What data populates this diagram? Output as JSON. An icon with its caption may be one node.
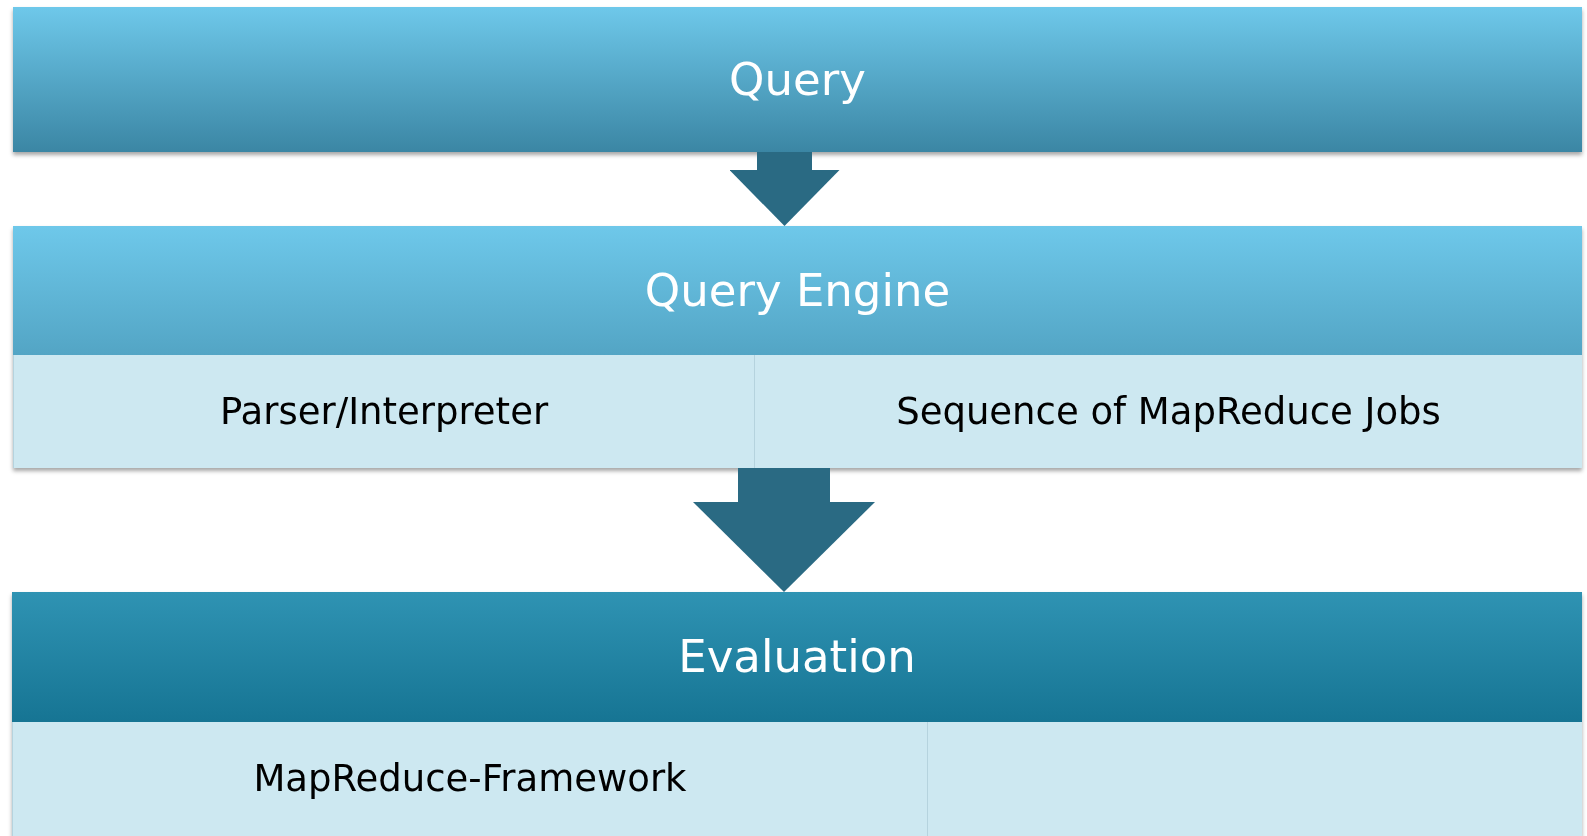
{
  "diagram": {
    "nodes": [
      {
        "text": [
          "Query"
        ]
      },
      {
        "text": [
          "Query Engine"
        ]
      },
      {
        "text": [
          "Parser/Interpreter"
        ],
        "in": 1
      },
      {
        "text": [
          "Sequence of MapReduce Jobs"
        ],
        "in": 1
      },
      {
        "text": [
          "Evaluation"
        ]
      },
      {
        "text": [
          "MapReduce-Framework"
        ],
        "in": 4
      },
      {
        "text": [],
        "shape": "box",
        "in": 4
      }
    ],
    "edges": [
      {
        "from": 0,
        "to": 1,
        "arrow": "to"
      },
      {
        "from": 1,
        "to": 4,
        "arrow": "to"
      }
    ]
  }
}
